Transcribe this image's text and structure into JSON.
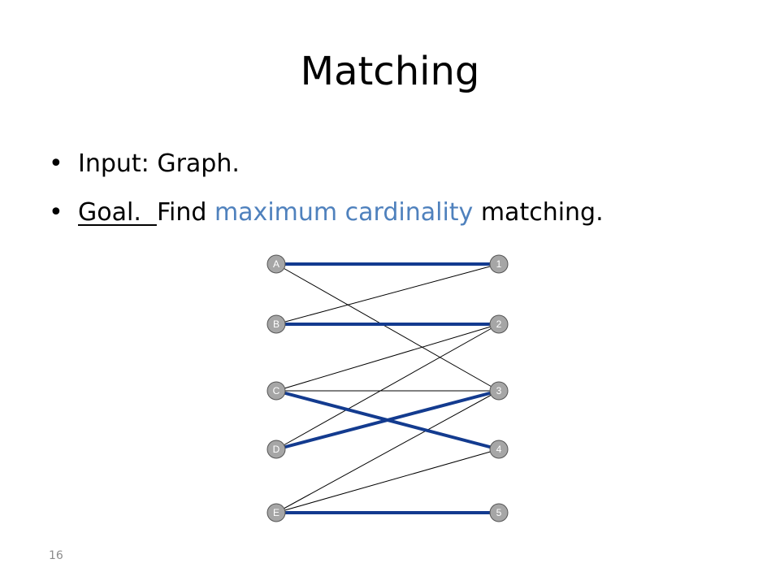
{
  "slide": {
    "title": "Matching",
    "bullets": [
      {
        "text": "Input:  Graph."
      },
      {
        "lead": "Goal.  ",
        "pre": "Find ",
        "highlight": "maximum cardinality",
        "post": " matching."
      }
    ],
    "bullet_glyph": "•",
    "page_number": "16",
    "highlight_color": "#4f81bd"
  },
  "graph": {
    "left_nodes": [
      "A",
      "B",
      "C",
      "D",
      "E"
    ],
    "right_nodes": [
      "1",
      "2",
      "3",
      "4",
      "5"
    ],
    "edges": [
      {
        "from": "A",
        "to": "1",
        "matched": true
      },
      {
        "from": "A",
        "to": "3",
        "matched": false
      },
      {
        "from": "B",
        "to": "1",
        "matched": false
      },
      {
        "from": "B",
        "to": "2",
        "matched": true
      },
      {
        "from": "C",
        "to": "2",
        "matched": false
      },
      {
        "from": "C",
        "to": "3",
        "matched": false
      },
      {
        "from": "C",
        "to": "4",
        "matched": true
      },
      {
        "from": "D",
        "to": "2",
        "matched": false
      },
      {
        "from": "D",
        "to": "3",
        "matched": true
      },
      {
        "from": "E",
        "to": "3",
        "matched": false
      },
      {
        "from": "E",
        "to": "4",
        "matched": false
      },
      {
        "from": "E",
        "to": "5",
        "matched": true
      }
    ],
    "matched_edge_color": "#133b8f",
    "edge_color": "#000000",
    "node_fill": "#a6a6a6",
    "node_stroke": "#555555"
  }
}
